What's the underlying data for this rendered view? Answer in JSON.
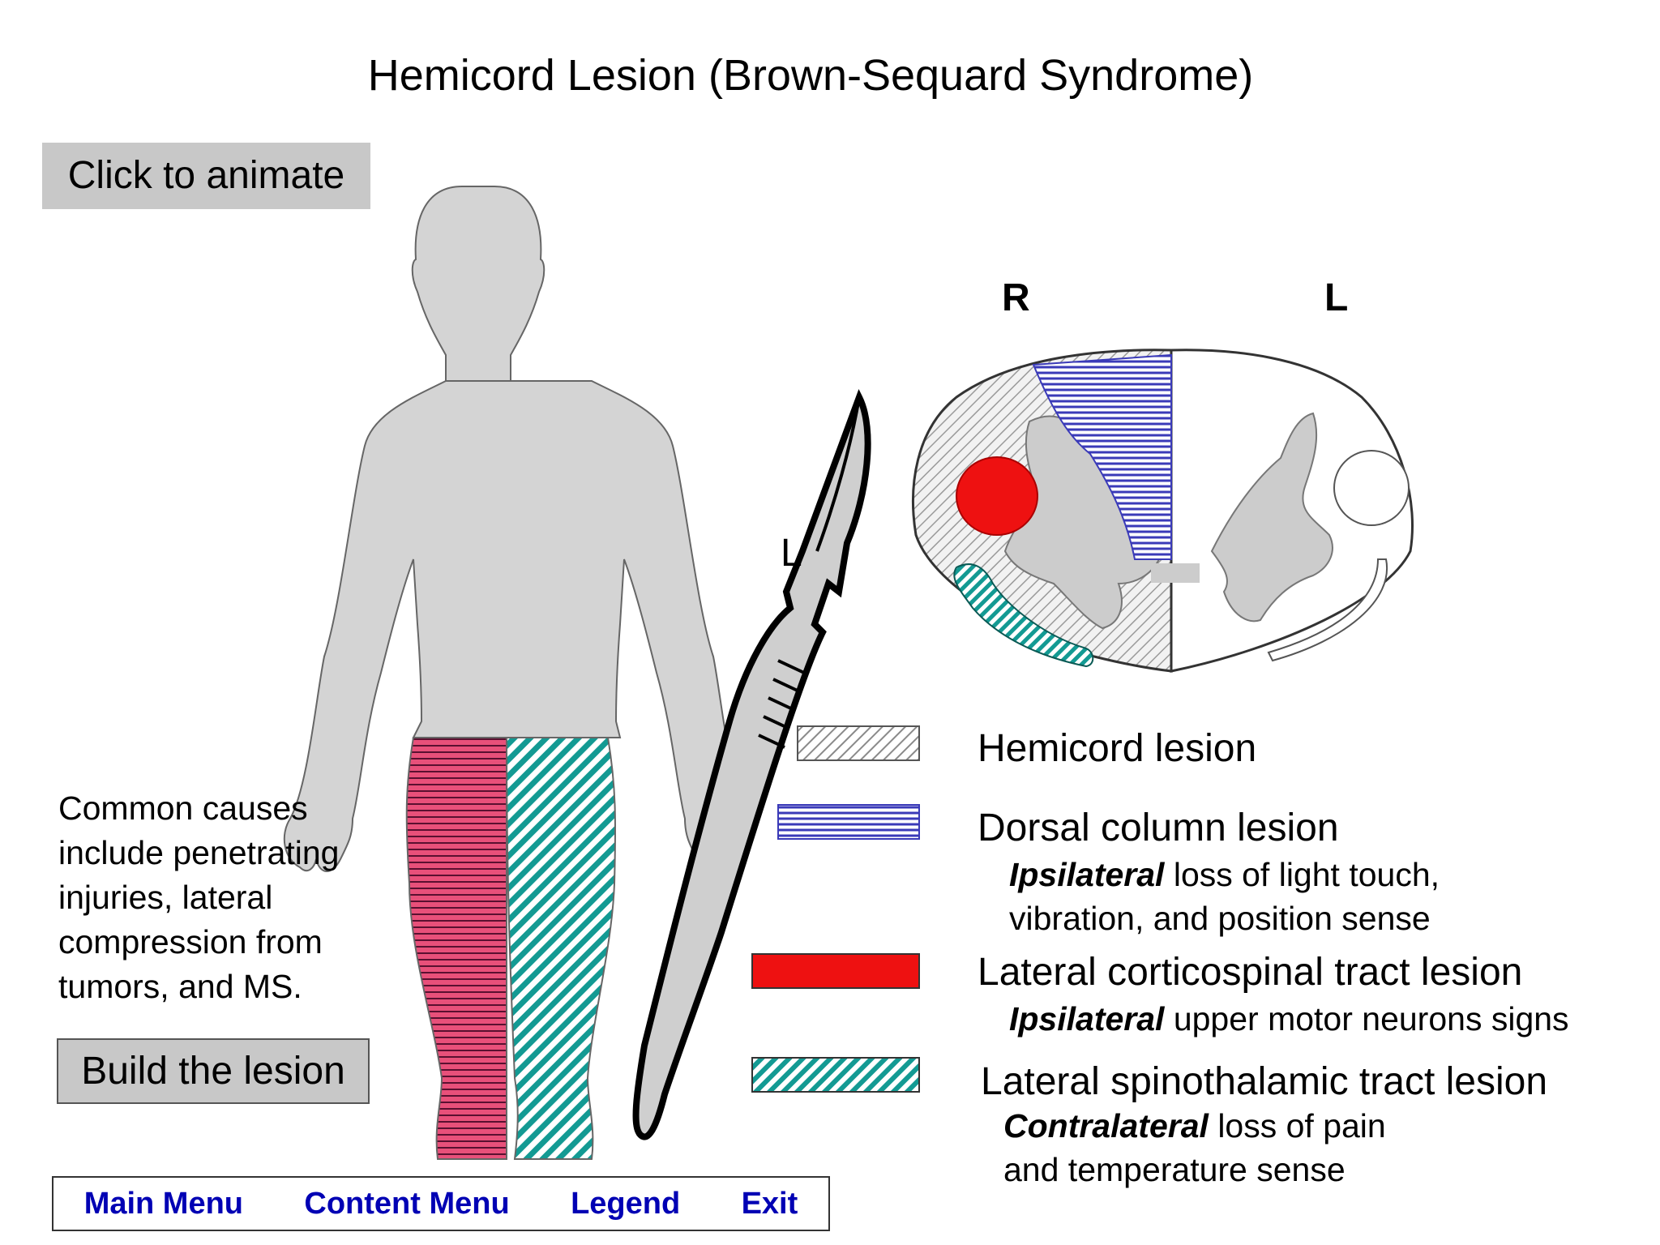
{
  "title": "Hemicord Lesion (Brown-Sequard Syndrome)",
  "buttons": {
    "animate": "Click to animate",
    "build": "Build the lesion"
  },
  "causes_text": "Common causes include penetrating injuries, lateral compression from tumors, and MS.",
  "cord_sides": {
    "right": "R",
    "left": "L"
  },
  "stray_label": "L",
  "legend": [
    {
      "title": "Hemicord lesion",
      "emphasis": "",
      "description": ""
    },
    {
      "title": "Dorsal column lesion",
      "emphasis": "Ipsilateral",
      "description": " loss of light touch,",
      "description2": "vibration, and position sense"
    },
    {
      "title": "Lateral corticospinal tract lesion",
      "emphasis": "Ipsilateral",
      "description": " upper motor neurons signs"
    },
    {
      "title": "Lateral spinothalamic tract lesion",
      "emphasis": "Contralateral",
      "description": " loss of pain",
      "description2": "and temperature sense"
    }
  ],
  "colors": {
    "hemicord": "#8a8a8a",
    "dorsal_column": "#3a3ab8",
    "corticospinal": "#ee0000",
    "spinothalamic": "#139a93",
    "leg_right": "#e8507a",
    "body": "#d4d4d4"
  },
  "menu": [
    "Main Menu",
    "Content Menu",
    "Legend",
    "Exit"
  ]
}
